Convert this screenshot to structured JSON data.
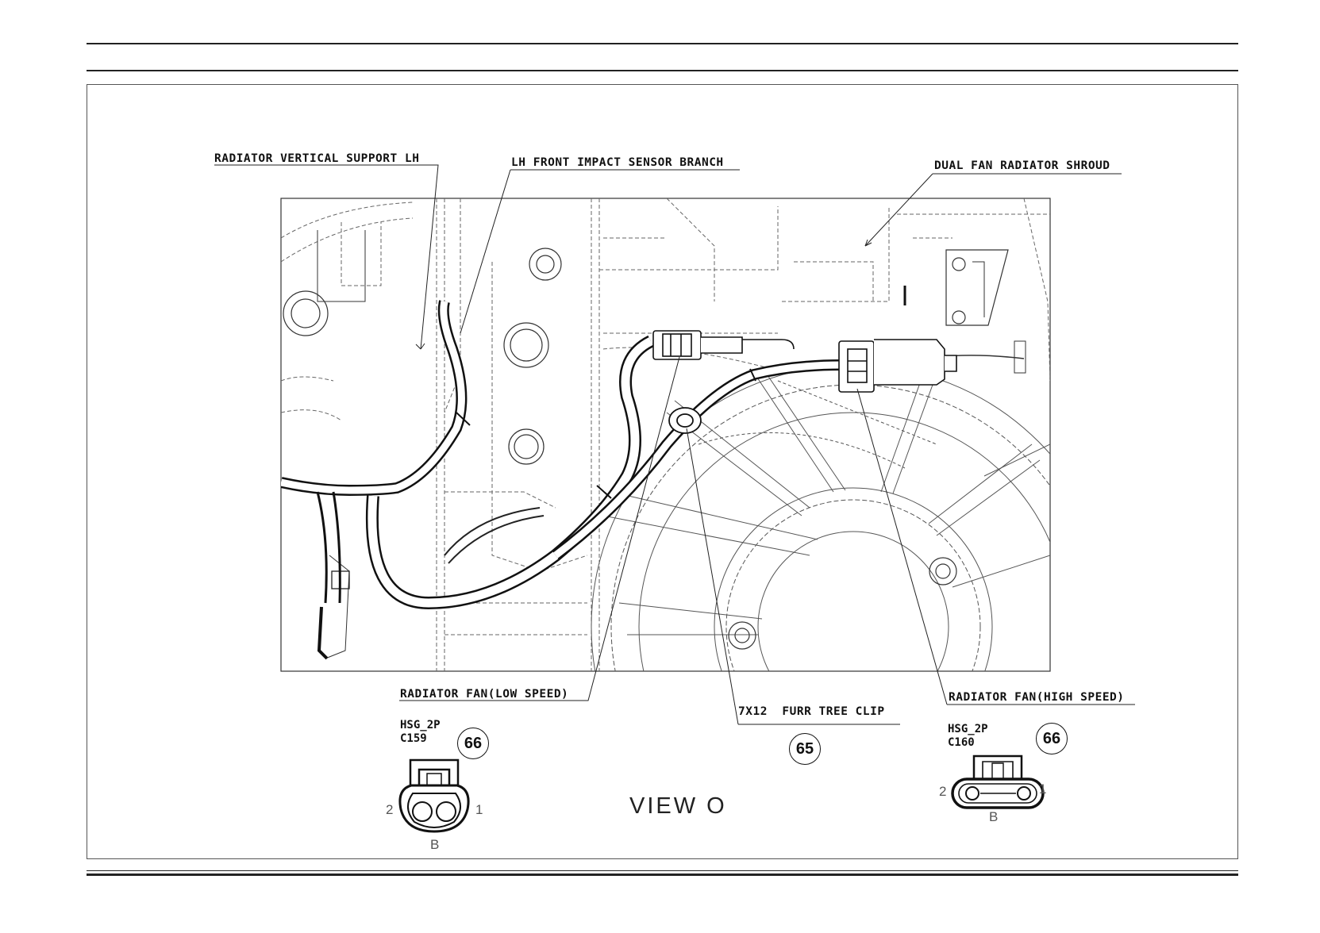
{
  "labels": {
    "radiator_vertical_support": "RADIATOR VERTICAL SUPPORT LH",
    "lh_front_impact_sensor": "LH FRONT IMPACT SENSOR BRANCH",
    "dual_fan_radiator_shroud": "DUAL FAN RADIATOR SHROUD",
    "radiator_fan_low": "RADIATOR FAN(LOW SPEED)",
    "furr_tree_clip": "7X12  FURR TREE CLIP",
    "radiator_fan_high": "RADIATOR FAN(HIGH SPEED)"
  },
  "connectors": [
    {
      "housing": "HSG_2P",
      "code": "C159",
      "ref": "66",
      "pin_left": "2",
      "pin_right": "1",
      "side": "B"
    },
    {
      "housing": "HSG_2P",
      "code": "C160",
      "ref": "66",
      "pin_left": "2",
      "pin_right": "1",
      "side": "B"
    }
  ],
  "clip_ref": "65",
  "view_title": "VIEW O"
}
